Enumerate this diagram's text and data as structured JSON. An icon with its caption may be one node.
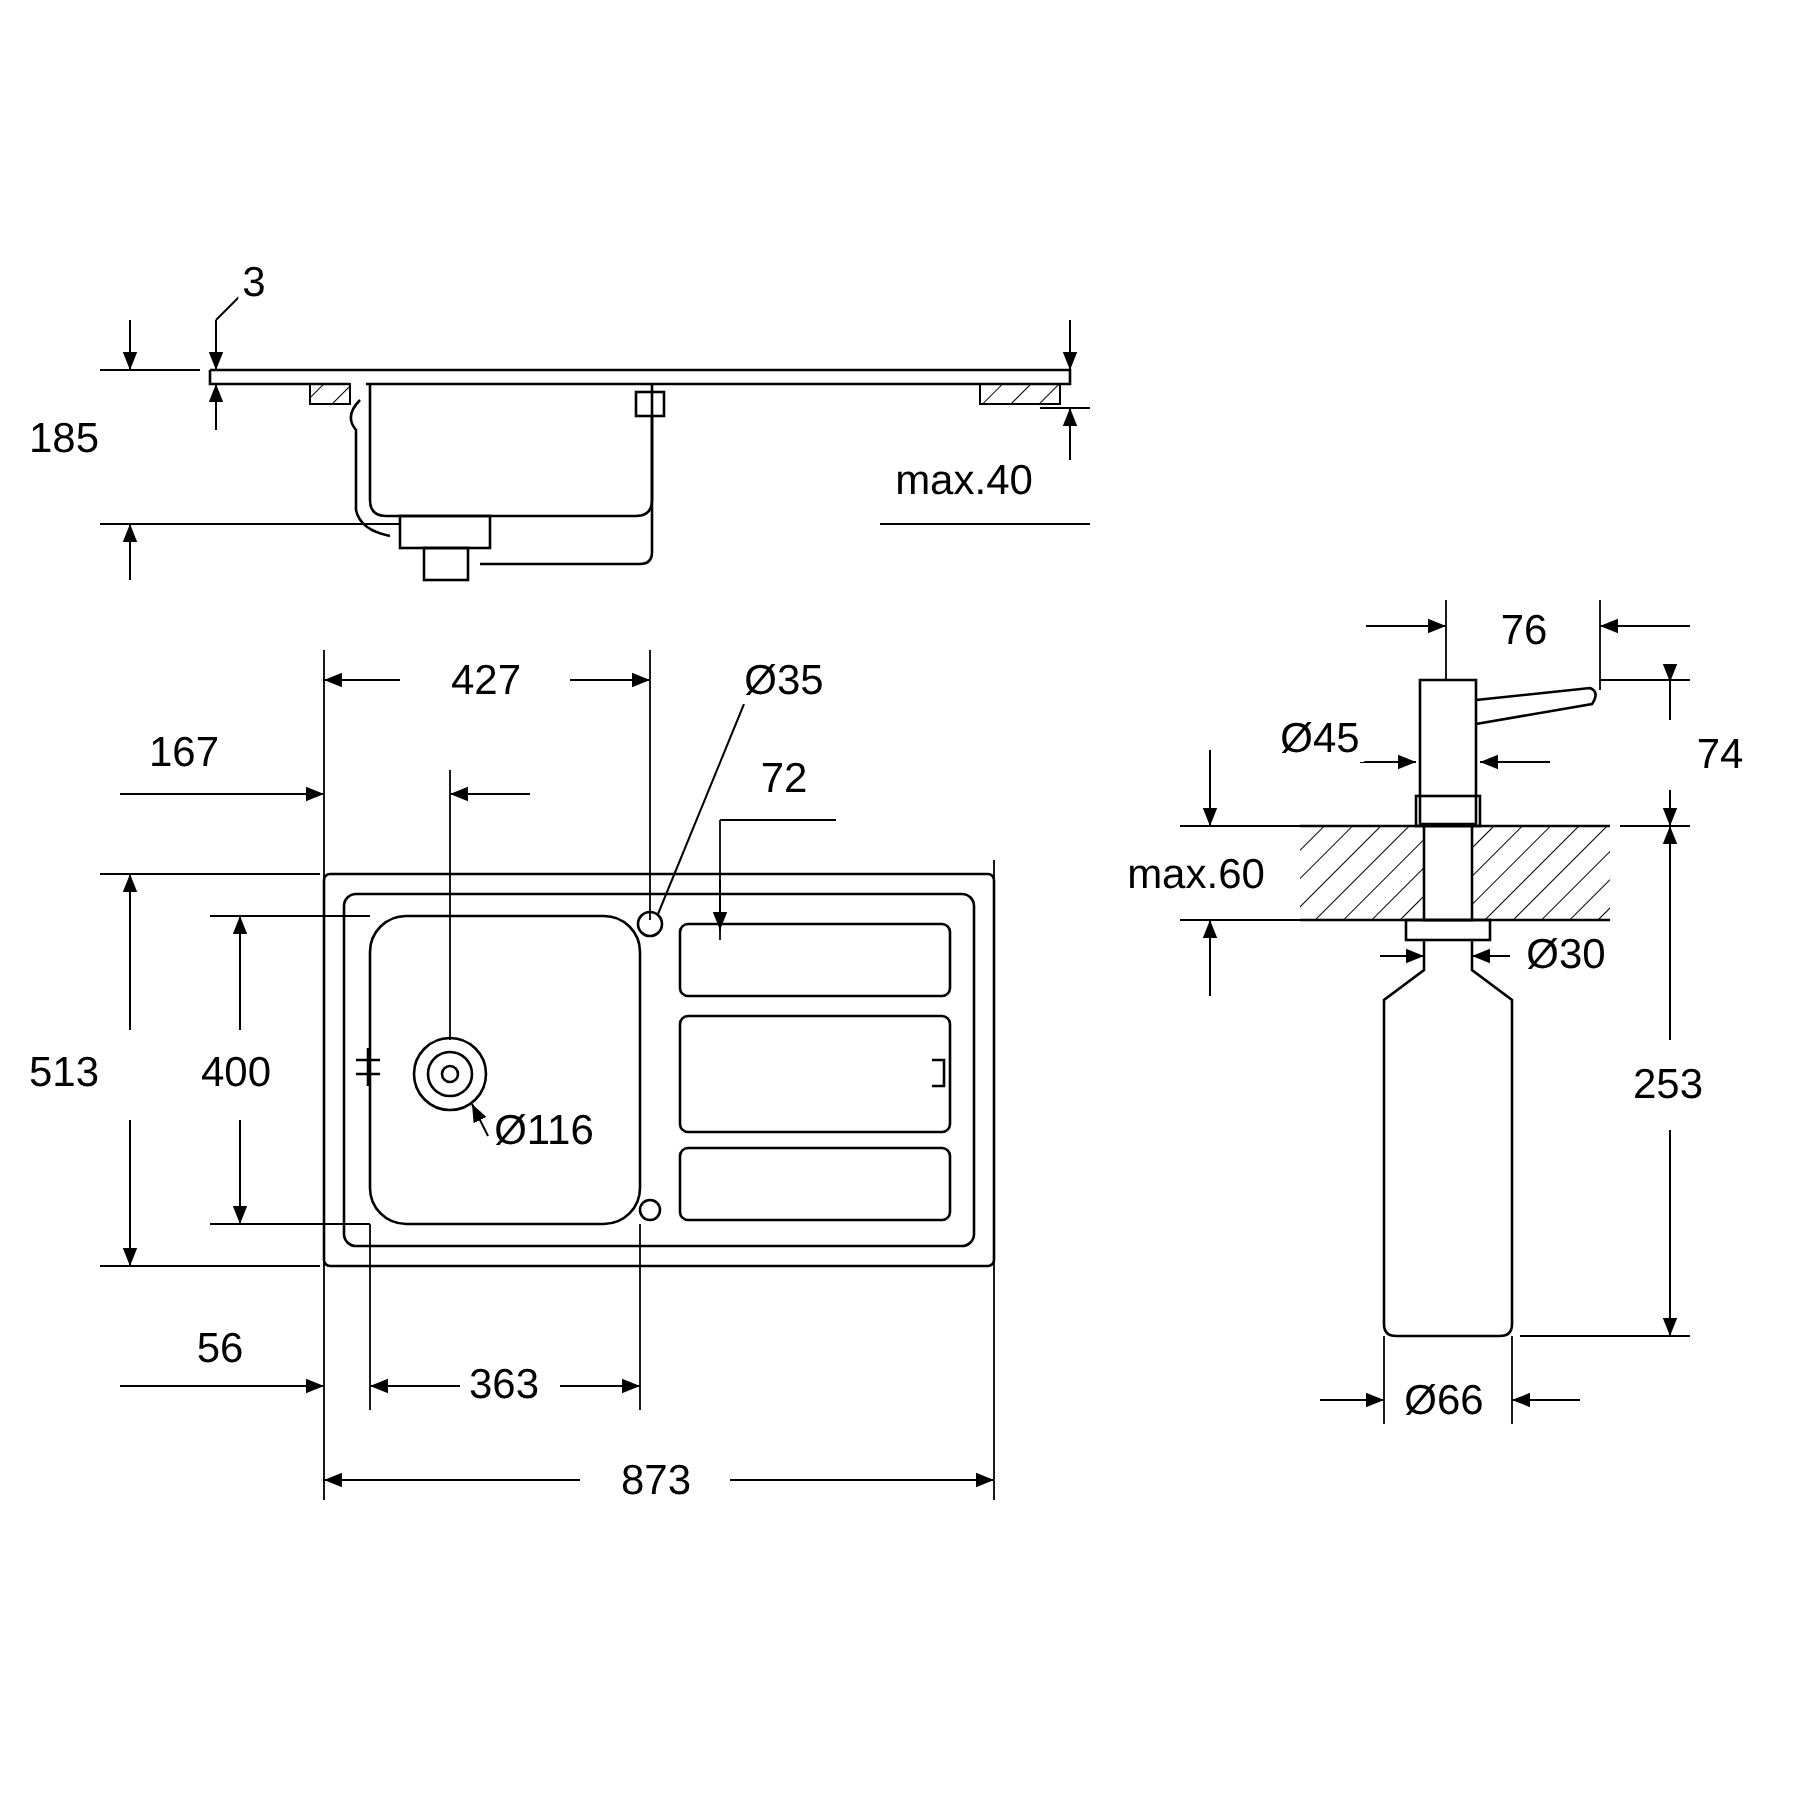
{
  "diagram": {
    "nodes": [
      {
        "text": [
          "Ø35"
        ]
      },
      {
        "text": [],
        "shape": "circle"
      },
      {
        "text": [
          "Ø116"
        ]
      },
      {
        "text": [],
        "shape": "circle"
      }
    ],
    "edges": [
      {
        "from": 0,
        "to": 1,
        "arrow": "none"
      },
      {
        "from": 2,
        "to": 3,
        "arrow": "to"
      }
    ],
    "labels": [
      "3",
      "185",
      "max.40",
      "76",
      "427",
      "Ø45",
      "167",
      "74",
      "72",
      "max.60",
      "Ø30",
      "513",
      "400",
      "253",
      "56",
      "363",
      "Ø66",
      "873"
    ]
  }
}
